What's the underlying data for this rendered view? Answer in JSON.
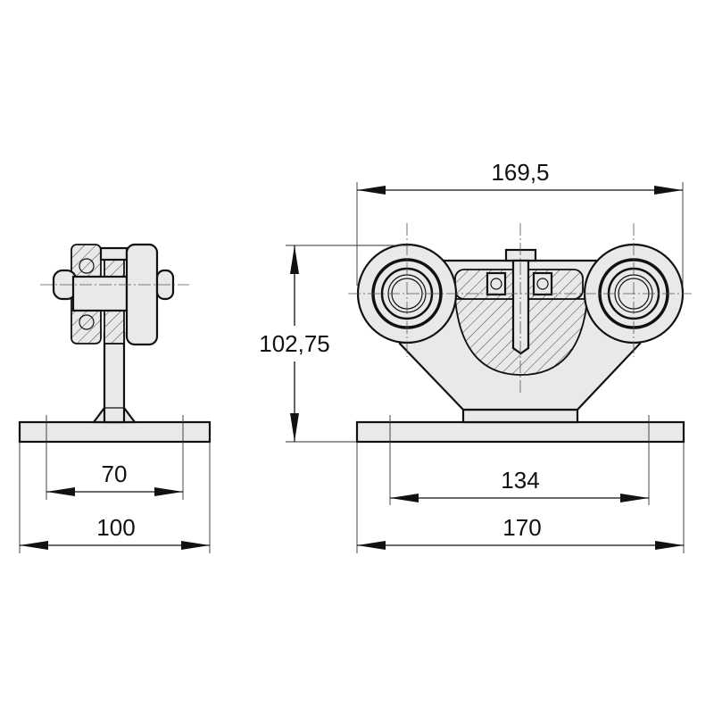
{
  "drawing": {
    "title": "Cantilever gate trolley dimensions",
    "fill_color": "#e9e9e9",
    "line_color": "#111111"
  },
  "dimensions": {
    "overall_length": "169,5",
    "height": "102,75",
    "side_hole_spacing": "70",
    "side_plate_width": "100",
    "front_hole_spacing": "134",
    "front_plate_length": "170"
  }
}
